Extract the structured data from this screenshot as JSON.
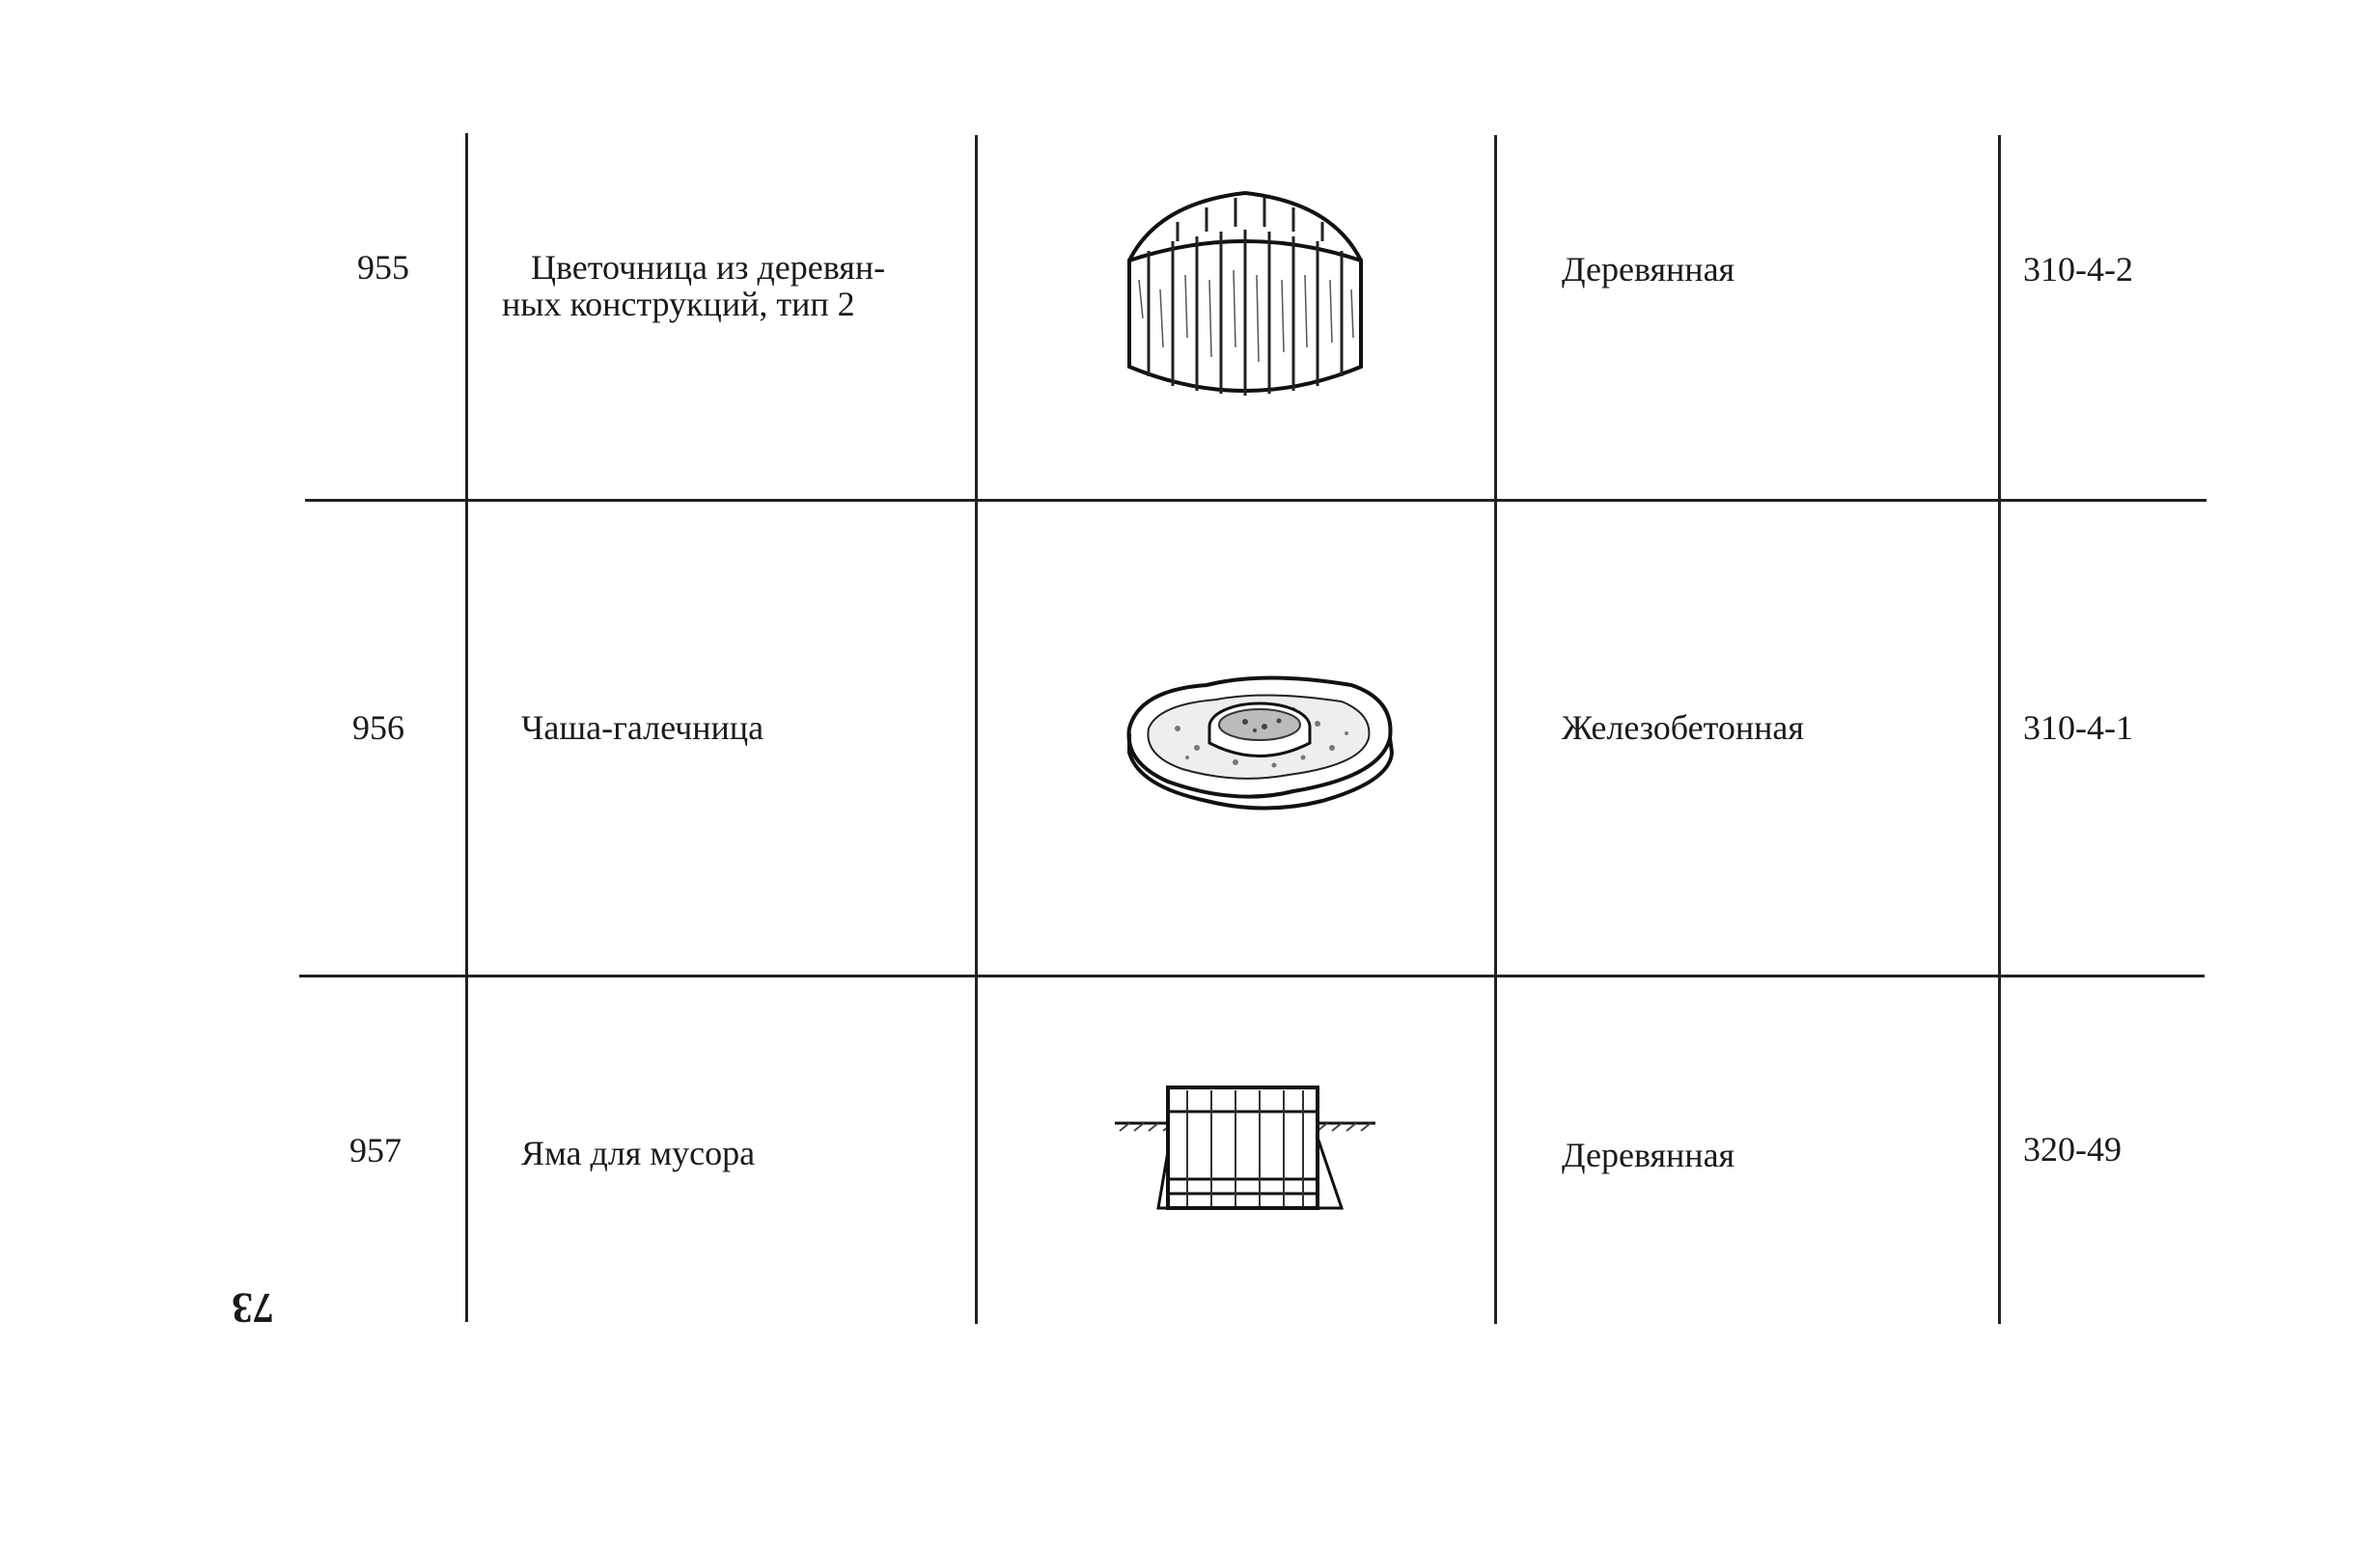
{
  "page_number": "73",
  "rows": [
    {
      "number": "955",
      "description": "Цветочница из деревян-ных конструкций, тип 2",
      "description_line1": "Цветочница из деревян-",
      "description_line2": "ных конструкций, тип 2",
      "material": "Деревянная",
      "code": "310-4-2",
      "image_icon": "wooden-flower-box-drawing"
    },
    {
      "number": "956",
      "description": "Чаша-галечница",
      "material": "Железобетонная",
      "code": "310-4-1",
      "image_icon": "pebble-bowl-drawing"
    },
    {
      "number": "957",
      "description": "Яма для мусора",
      "material": "Деревянная",
      "code": "320-49",
      "image_icon": "garbage-pit-drawing"
    }
  ]
}
